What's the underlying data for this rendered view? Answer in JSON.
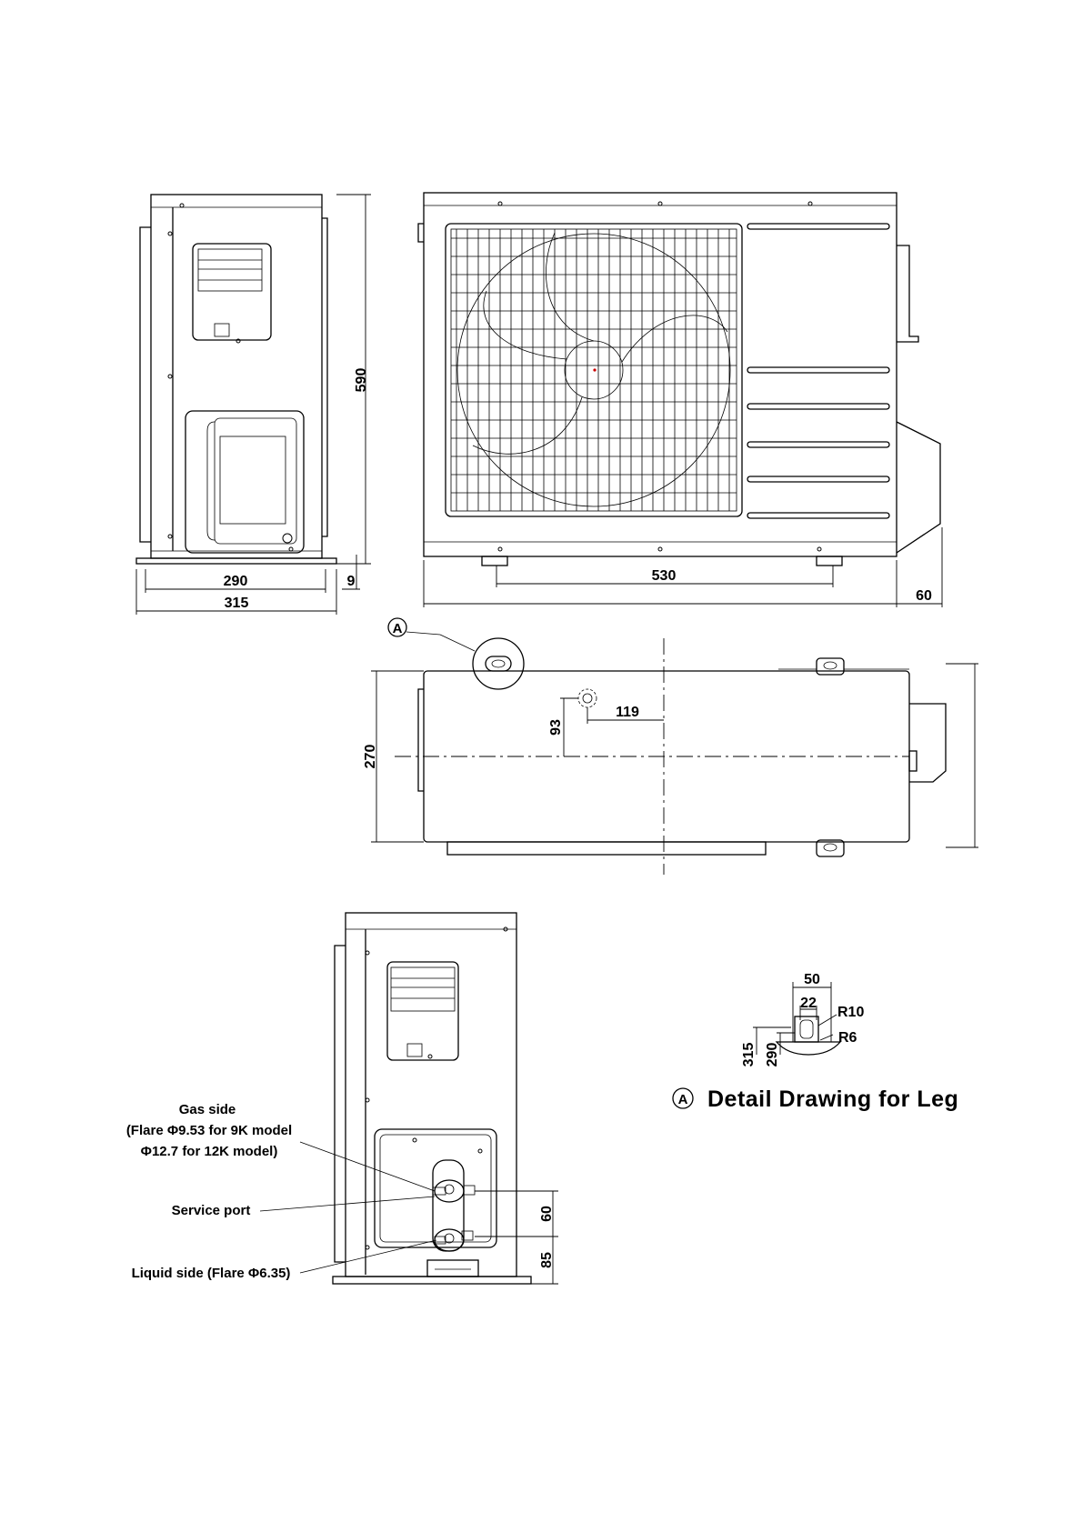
{
  "dimensions": {
    "side_height": "590",
    "side_width_inner": "290",
    "side_width_outer": "315",
    "side_base": "9",
    "front_leg_span": "530",
    "front_offset": "60",
    "top_depth": "270",
    "top_port_y": "93",
    "top_port_x": "119",
    "back_valve_gap": "60",
    "back_valve_low": "85"
  },
  "detail": {
    "marker": "A",
    "dim_50": "50",
    "dim_22": "22",
    "r10": "R10",
    "r6": "R6",
    "dim_315": "315",
    "dim_290": "290",
    "title": "Detail Drawing for Leg"
  },
  "callouts": {
    "gas_line1": "Gas side",
    "gas_line2": "(Flare Φ9.53 for 9K model",
    "gas_line3": "Φ12.7 for 12K model)",
    "service": "Service port",
    "liquid": "Liquid side (Flare Φ6.35)"
  }
}
